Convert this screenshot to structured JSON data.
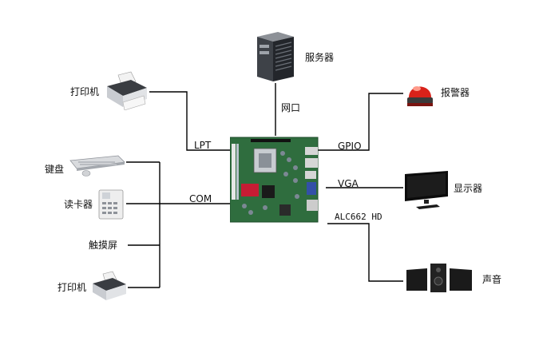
{
  "devices": {
    "server": "服务器",
    "alarm": "报警器",
    "display": "显示器",
    "speaker": "声音",
    "printer_top": "打印机",
    "keyboard": "键盘",
    "card_reader": "读卡器",
    "touchscreen": "触摸屏",
    "printer_bottom": "打印机"
  },
  "ports": {
    "network": "网口",
    "lpt": "LPT",
    "com": "COM",
    "gpio": "GPIO",
    "vga": "VGA",
    "audio": "ALC662 HD"
  },
  "colors": {
    "line": "#000000",
    "board_green": "#2f6d3e",
    "alarm_red": "#d8221a",
    "port_blue": "#3350a8"
  }
}
